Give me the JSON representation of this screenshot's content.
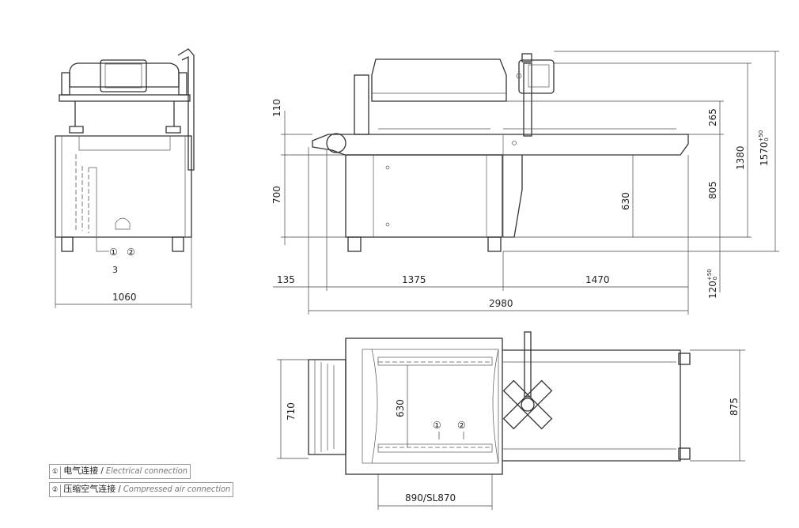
{
  "front_view": {
    "connection_markers": [
      "①",
      "②"
    ],
    "marker_3": "3",
    "width_dim": "1060"
  },
  "side_view": {
    "dims": {
      "d110": "110",
      "d700": "700",
      "d630": "630",
      "d265": "265",
      "d805": "805",
      "d1380": "1380",
      "d1570": "1570",
      "d1570_tol_upper": "+50",
      "d1570_tol_lower": "0",
      "d135": "135",
      "d1375": "1375",
      "d1470": "1470",
      "d2980": "2980",
      "d120": "120",
      "d120_tol_upper": "+50",
      "d120_tol_lower": "0"
    }
  },
  "top_view": {
    "dims": {
      "d710": "710",
      "d630": "630",
      "d875": "875",
      "d890": "890/SL870"
    },
    "connection_markers": [
      "①",
      "②"
    ]
  },
  "legend": [
    {
      "num": "①",
      "cn": "电气连接",
      "sep": " / ",
      "en": "Electrical connection"
    },
    {
      "num": "②",
      "cn": "压缩空气连接",
      "sep": " / ",
      "en": "Compressed air connection"
    }
  ]
}
